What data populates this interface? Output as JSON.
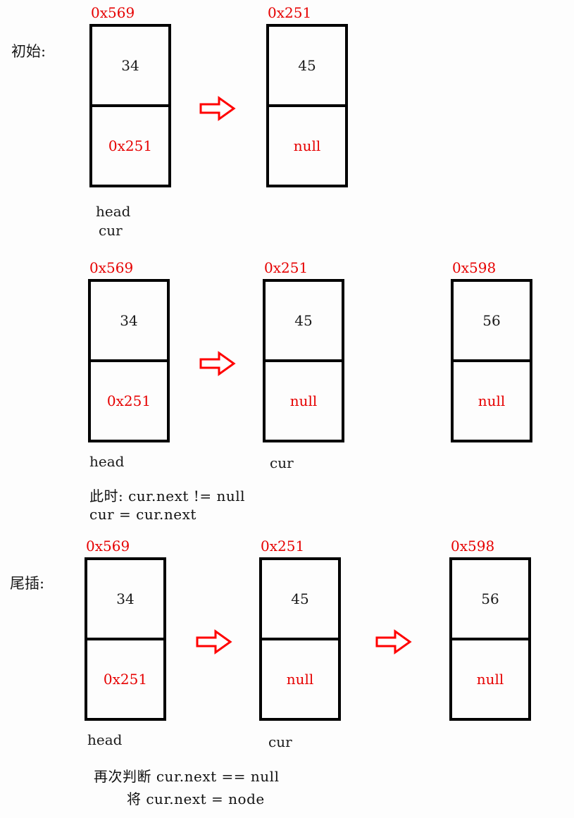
{
  "colors": {
    "address_red": "#e60000",
    "arrow_red": "#ff0000",
    "box_border": "#000000",
    "background": "#fdfdfd"
  },
  "sections": [
    {
      "caption": "初始:",
      "nodes": [
        {
          "address": "0x569",
          "value": "34",
          "next": "0x251",
          "labels": [
            "head",
            "cur"
          ]
        },
        {
          "address": "0x251",
          "value": "45",
          "next": "null",
          "labels": []
        }
      ],
      "annotation": []
    },
    {
      "caption": "",
      "nodes": [
        {
          "address": "0x569",
          "value": "34",
          "next": "0x251",
          "labels": [
            "head"
          ]
        },
        {
          "address": "0x251",
          "value": "45",
          "next": "null",
          "labels": [
            "cur"
          ]
        },
        {
          "address": "0x598",
          "value": "56",
          "next": "null",
          "labels": []
        }
      ],
      "annotation": [
        "此时: cur.next != null",
        "cur = cur.next"
      ]
    },
    {
      "caption": "尾插:",
      "nodes": [
        {
          "address": "0x569",
          "value": "34",
          "next": "0x251",
          "labels": [
            "head"
          ]
        },
        {
          "address": "0x251",
          "value": "45",
          "next": "null",
          "labels": [
            "cur"
          ]
        },
        {
          "address": "0x598",
          "value": "56",
          "next": "null",
          "labels": []
        }
      ],
      "annotation": [
        "再次判断 cur.next == null",
        "将 cur.next = node"
      ]
    }
  ]
}
